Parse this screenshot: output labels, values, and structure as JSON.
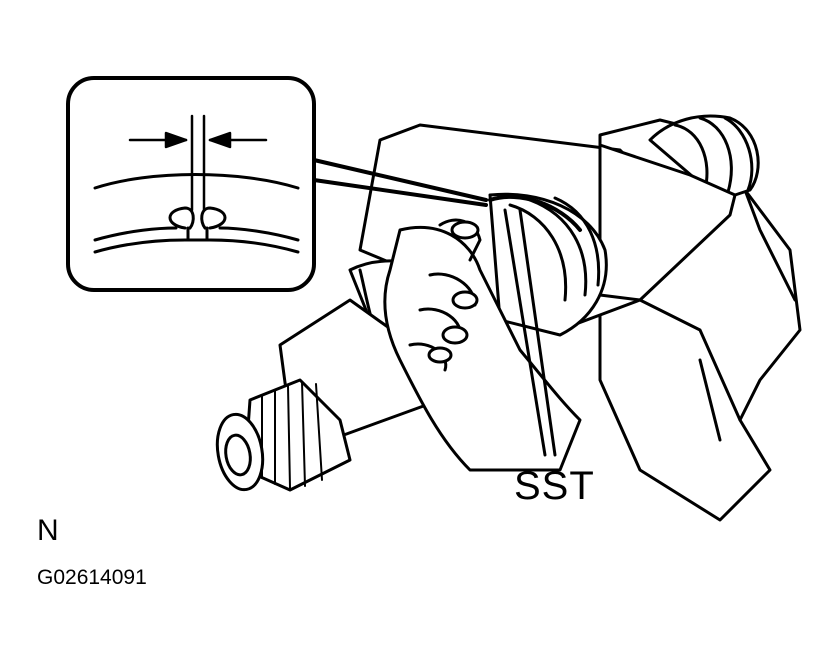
{
  "labels": {
    "sst": "SST",
    "n": "N",
    "figure_code": "G02614091"
  },
  "colors": {
    "ink": "#000000",
    "paper": "#ffffff"
  }
}
